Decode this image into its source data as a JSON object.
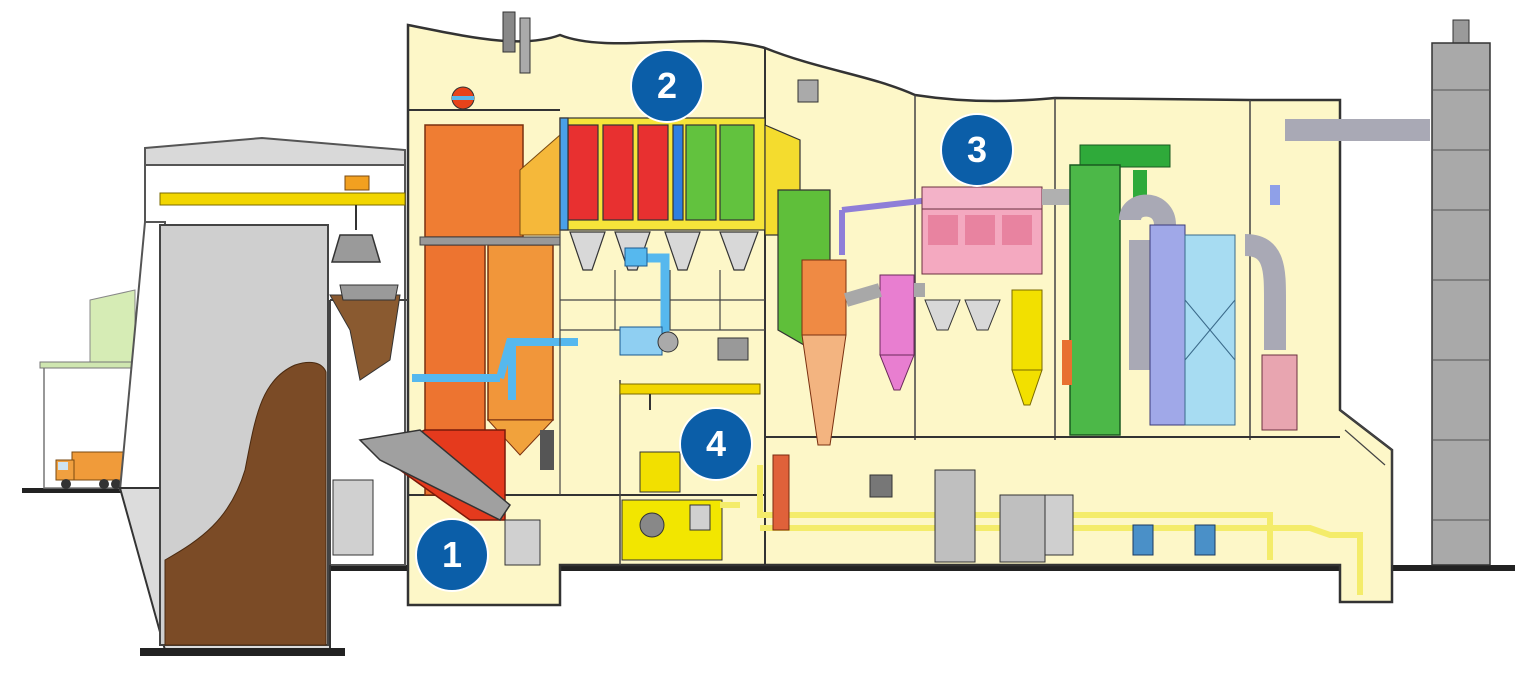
{
  "diagram": {
    "type": "waste-to-energy plant cross-section",
    "markers": [
      {
        "id": "1",
        "label": "1"
      },
      {
        "id": "2",
        "label": "2"
      },
      {
        "id": "3",
        "label": "3"
      },
      {
        "id": "4",
        "label": "4"
      }
    ]
  },
  "colors": {
    "building_fill": "#fdf7c8",
    "outline": "#333333",
    "waste_pit": "#c8c8c8",
    "waste": "#7a4a25",
    "boiler": "#ec7a2c",
    "furnace": "#e63c1e",
    "superheater_red": "#e83030",
    "economizer_green": "#5fbf3a",
    "hopper_yellow": "#f2e000",
    "blue_pipe": "#54b8ee",
    "baghouse_pink": "#f2a9c0",
    "scrubber_green": "#4cb848",
    "stack_gray": "#a9a9a9",
    "marker_blue": "#0b5ea8"
  }
}
